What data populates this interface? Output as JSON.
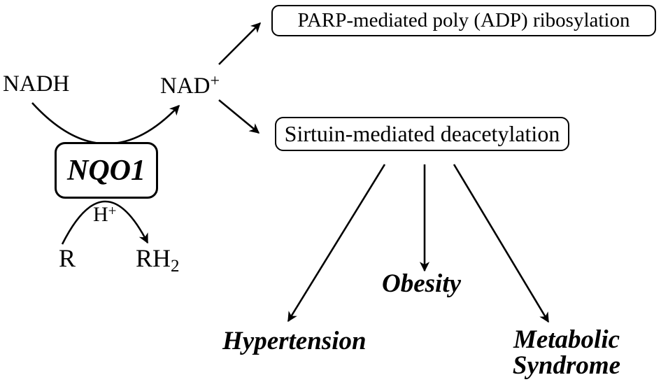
{
  "diagram": {
    "labels": {
      "nadh": "NADH",
      "nad_base": "NAD",
      "nad_sup": "+",
      "enzyme": "NQO1",
      "h_base": "H",
      "h_sup": "+",
      "r": "R",
      "rh_base": "RH",
      "rh_sub": "2"
    },
    "boxes": {
      "parp": "PARP-mediated poly (ADP) ribosylation",
      "sirtuin": "Sirtuin-mediated deacetylation"
    },
    "outcomes": {
      "hypertension": "Hypertension",
      "obesity": "Obesity",
      "metabolic_line1": "Metabolic",
      "metabolic_line2": "Syndrome"
    },
    "colors": {
      "ink": "#000000",
      "background": "#ffffff"
    }
  }
}
